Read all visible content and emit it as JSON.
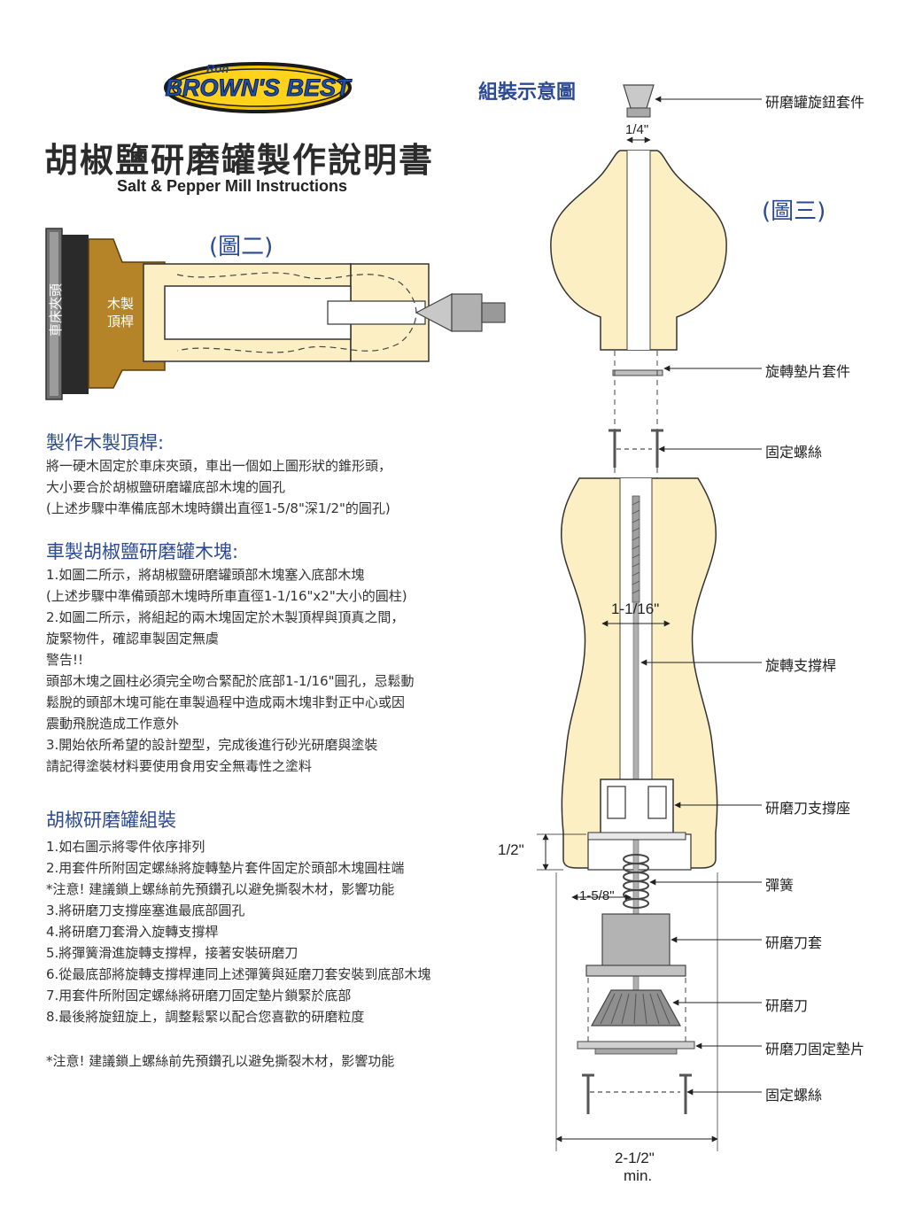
{
  "logo": {
    "top_text": "Ron",
    "main_text": "BROWN'S BEST"
  },
  "title": "胡椒鹽研磨罐製作說明書",
  "subtitle": "Salt & Pepper Mill Instructions",
  "figure2": {
    "label": "(圖二)",
    "chuck_label": "車床夾頭",
    "mandrel_label_line1": "木製",
    "mandrel_label_line2": "頂桿"
  },
  "sections": [
    {
      "heading": "製作木製頂桿:",
      "lines": [
        "將一硬木固定於車床夾頭，車出一個如上圖形狀的錐形頭，",
        "大小要合於胡椒鹽研磨罐底部木塊的圓孔",
        "(上述步驟中準備底部木塊時鑽出直徑1-5/8\"深1/2\"的圓孔)"
      ]
    },
    {
      "heading": "車製胡椒鹽研磨罐木塊:",
      "lines": [
        "1.如圖二所示，將胡椒鹽研磨罐頭部木塊塞入底部木塊",
        "(上述步驟中準備頭部木塊時所車直徑1-1/16\"x2\"大小的圓柱)",
        "2.如圖二所示，將組起的兩木塊固定於木製頂桿與頂真之間，",
        "旋緊物件，確認車製固定無虞",
        "警告!!",
        "頭部木塊之圓柱必須完全吻合緊配於底部1-1/16\"圓孔，忌鬆動",
        "鬆脫的頭部木塊可能在車製過程中造成兩木塊非對正中心或因",
        "震動飛脫造成工作意外",
        "3.開始依所希望的設計塑型，完成後進行砂光研磨與塗裝",
        "請記得塗裝材料要使用食用安全無毒性之塗料"
      ]
    },
    {
      "heading": "胡椒研磨罐組裝",
      "lines": [
        "1.如右圖示將零件依序排列",
        "2.用套件所附固定螺絲將旋轉墊片套件固定於頭部木塊圓柱端",
        "*注意! 建議鎖上螺絲前先預鑽孔以避免撕裂木材，影響功能",
        "3.將研磨刀支撐座塞進最底部圓孔",
        "4.將研磨刀套滑入旋轉支撐桿",
        "5.將彈簧滑進旋轉支撐桿，接著安裝研磨刀",
        "6.從最底部將旋轉支撐桿連同上述彈簧與延磨刀套安裝到底部木塊",
        "7.用套件所附固定螺絲將研磨刀固定墊片鎖緊於底部",
        "8.最後將旋鈕旋上，調整鬆緊以配合您喜歡的研磨粒度"
      ],
      "note": "*注意! 建議鎖上螺絲前先預鑽孔以避免撕裂木材，影響功能"
    }
  ],
  "assembly": {
    "title": "組裝示意圖",
    "figure_label": "(圖三)",
    "parts": {
      "knob": "研磨罐旋鈕套件",
      "swivel": "旋轉墊片套件",
      "screws_top": "固定螺絲",
      "shaft": "旋轉支撐桿",
      "housing": "研磨刀支撐座",
      "spring": "彈簧",
      "sleeve": "研磨刀套",
      "grinder": "研磨刀",
      "plate": "研磨刀固定墊片",
      "screws_bottom": "固定螺絲"
    },
    "dims": {
      "top_hole": "1/4\"",
      "shaft_dia": "1-1/16\"",
      "depth": "1/2\"",
      "bore": "1-5/8\"",
      "base_width": "2-1/2\"",
      "base_min": "min."
    }
  },
  "colors": {
    "wood": "#fbefc3",
    "mandrel": "#b58428",
    "accent_blue": "#2c4a94",
    "metal": "#9a9a9a"
  }
}
